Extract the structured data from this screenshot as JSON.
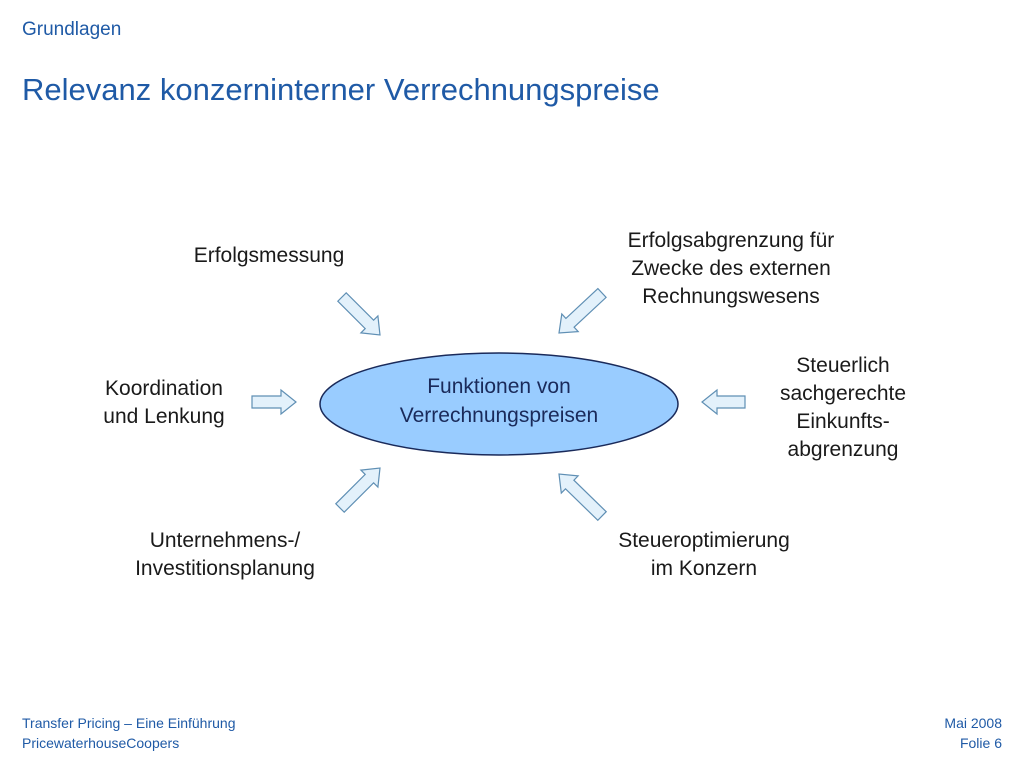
{
  "header": {
    "section": "Grundlagen",
    "title": "Relevanz konzerninterner Verrechnungspreise"
  },
  "diagram": {
    "center": {
      "line1": "Funktionen von",
      "line2": "Verrechnungspreisen",
      "fill": "#99ccff"
    },
    "nodes": {
      "erfolgsmessung": {
        "lines": [
          "Erfolgsmessung"
        ]
      },
      "erfolgsabgrenzung": {
        "lines": [
          "Erfolgsabgrenzung für",
          "Zwecke des externen",
          "Rechnungswesens"
        ]
      },
      "koordination": {
        "lines": [
          "Koordination",
          "und Lenkung"
        ]
      },
      "steuerlich": {
        "lines": [
          "Steuerlich",
          "sachgerechte",
          "Einkunfts-",
          "abgrenzung"
        ]
      },
      "planung": {
        "lines": [
          "Unternehmens-/",
          "Investitionsplanung"
        ]
      },
      "steueroptimierung": {
        "lines": [
          "Steueroptimierung",
          "im Konzern"
        ]
      }
    },
    "arrow_fill": "#e3f1fb",
    "arrow_stroke": "#5f8fb4"
  },
  "footer": {
    "left_line1": "Transfer Pricing – Eine Einführung",
    "left_line2": "PricewaterhouseCoopers",
    "right_line1": "Mai 2008",
    "right_line2": "Folie 6"
  },
  "colors": {
    "accent": "#1f5aa6",
    "text": "#1a1a1a"
  }
}
